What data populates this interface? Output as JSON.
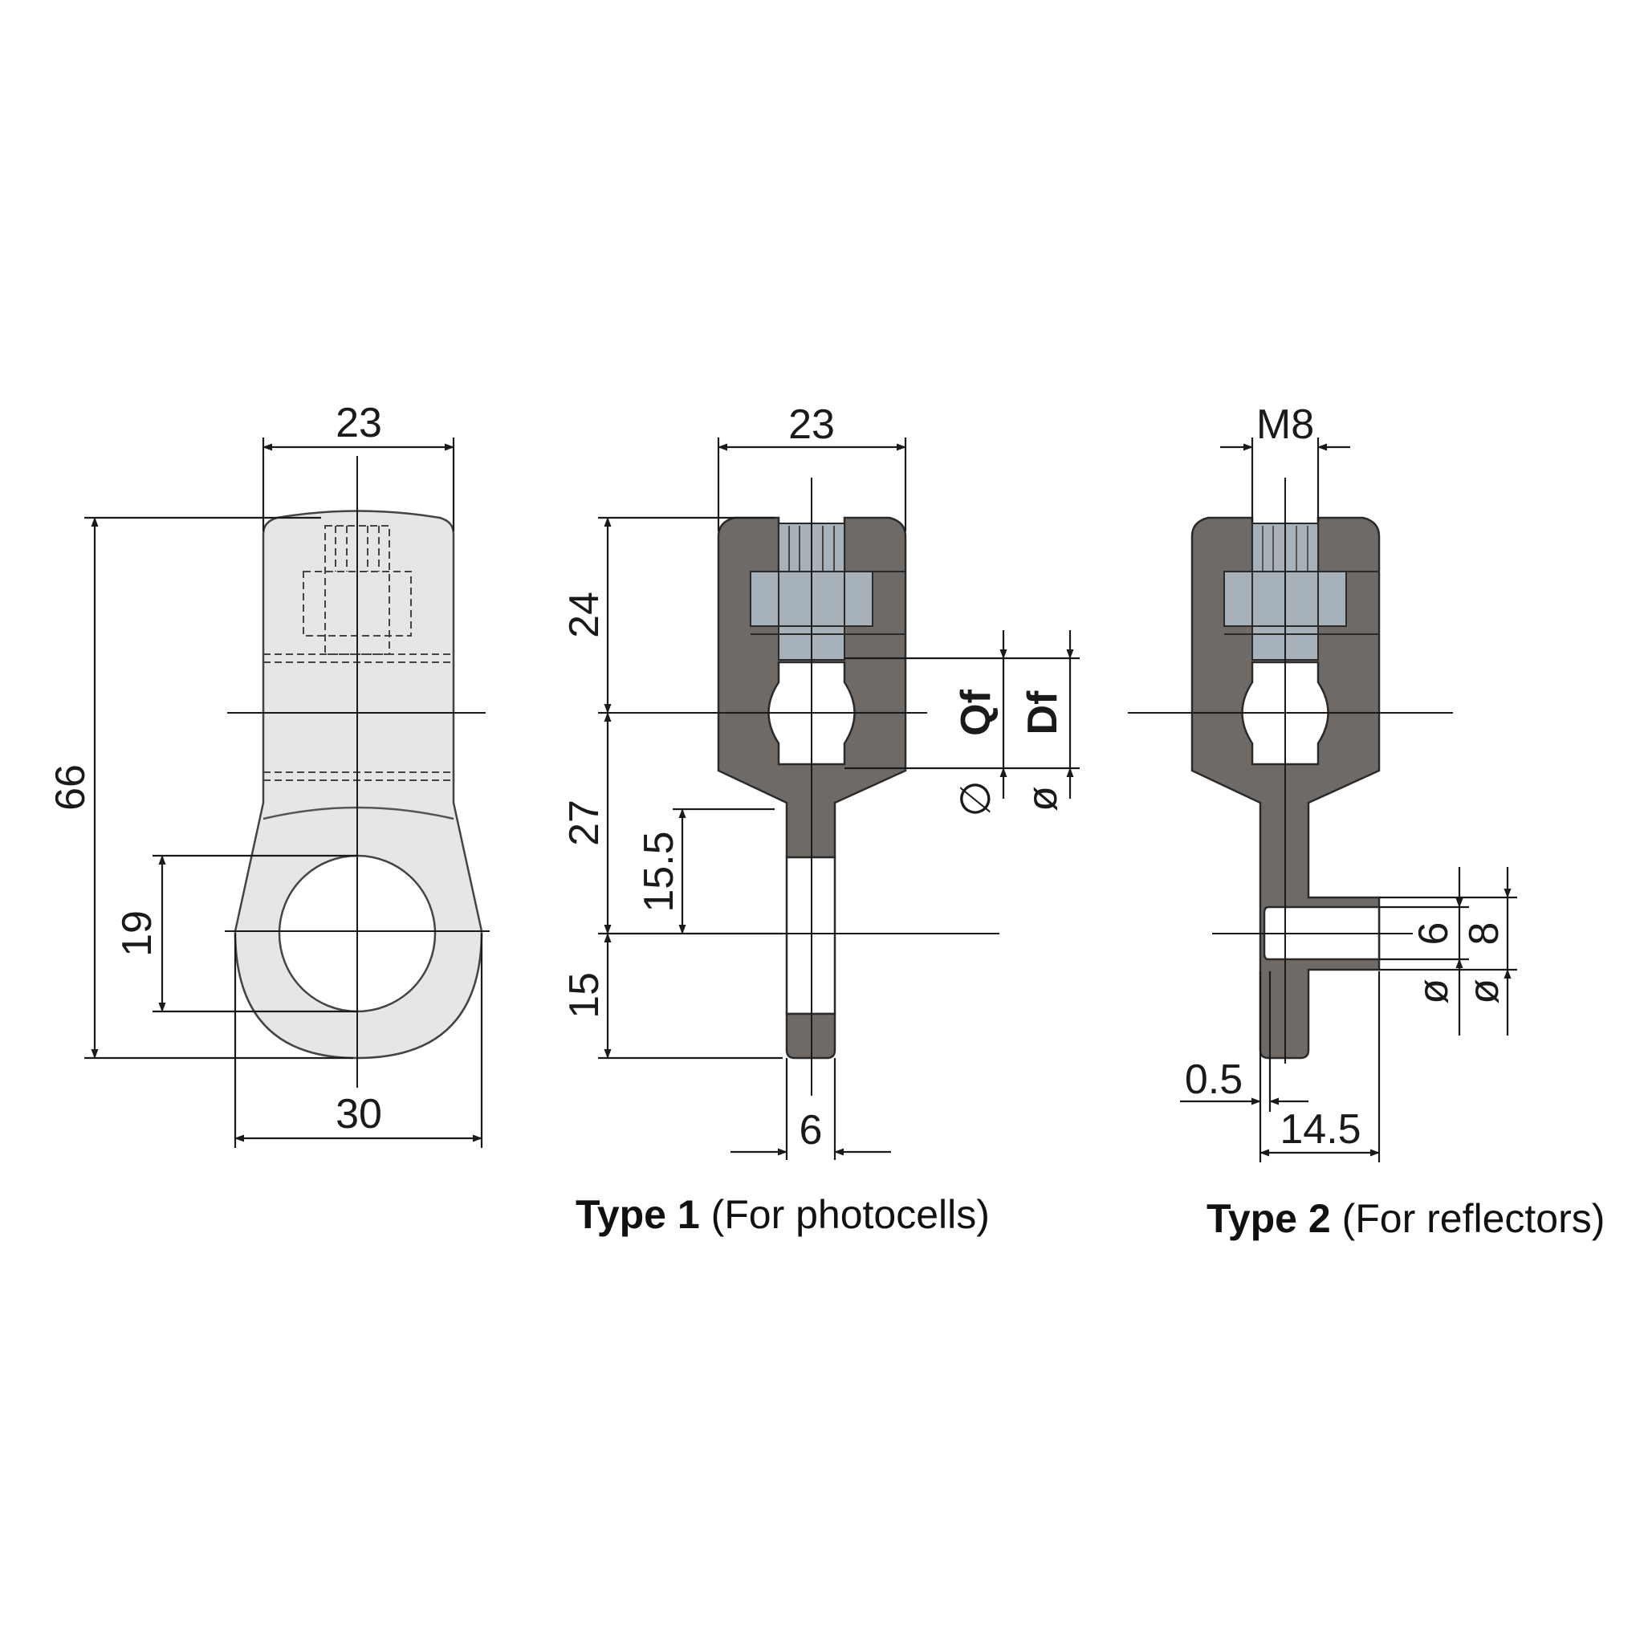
{
  "colors": {
    "light_part": "#e6e6e6",
    "dark_part": "#6f6a65",
    "bolt": "#a7b1b9",
    "line": "#1a1a1a"
  },
  "front_view": {
    "width_top": "23",
    "height_total": "66",
    "hole_diameter": "19",
    "width_bottom": "30"
  },
  "type1": {
    "width_top": "23",
    "height_upper": "24",
    "height_middle": "27",
    "offset": "15.5",
    "height_lower": "15",
    "rod_width": "6",
    "clamp_label_1": "Qf",
    "clamp_label_1_symbol": "∅",
    "clamp_label_2": "Df",
    "clamp_label_2_symbol": "ø",
    "caption_bold": "Type 1",
    "caption_rest": " (For photocells)"
  },
  "type2": {
    "thread": "M8",
    "pin_diameter_inner": "6",
    "pin_diameter_inner_symbol": "ø",
    "pin_diameter_outer": "8",
    "pin_diameter_outer_symbol": "ø",
    "gap": "0.5",
    "pin_length": "14.5",
    "caption_bold": "Type 2",
    "caption_rest": " (For reflectors)"
  }
}
